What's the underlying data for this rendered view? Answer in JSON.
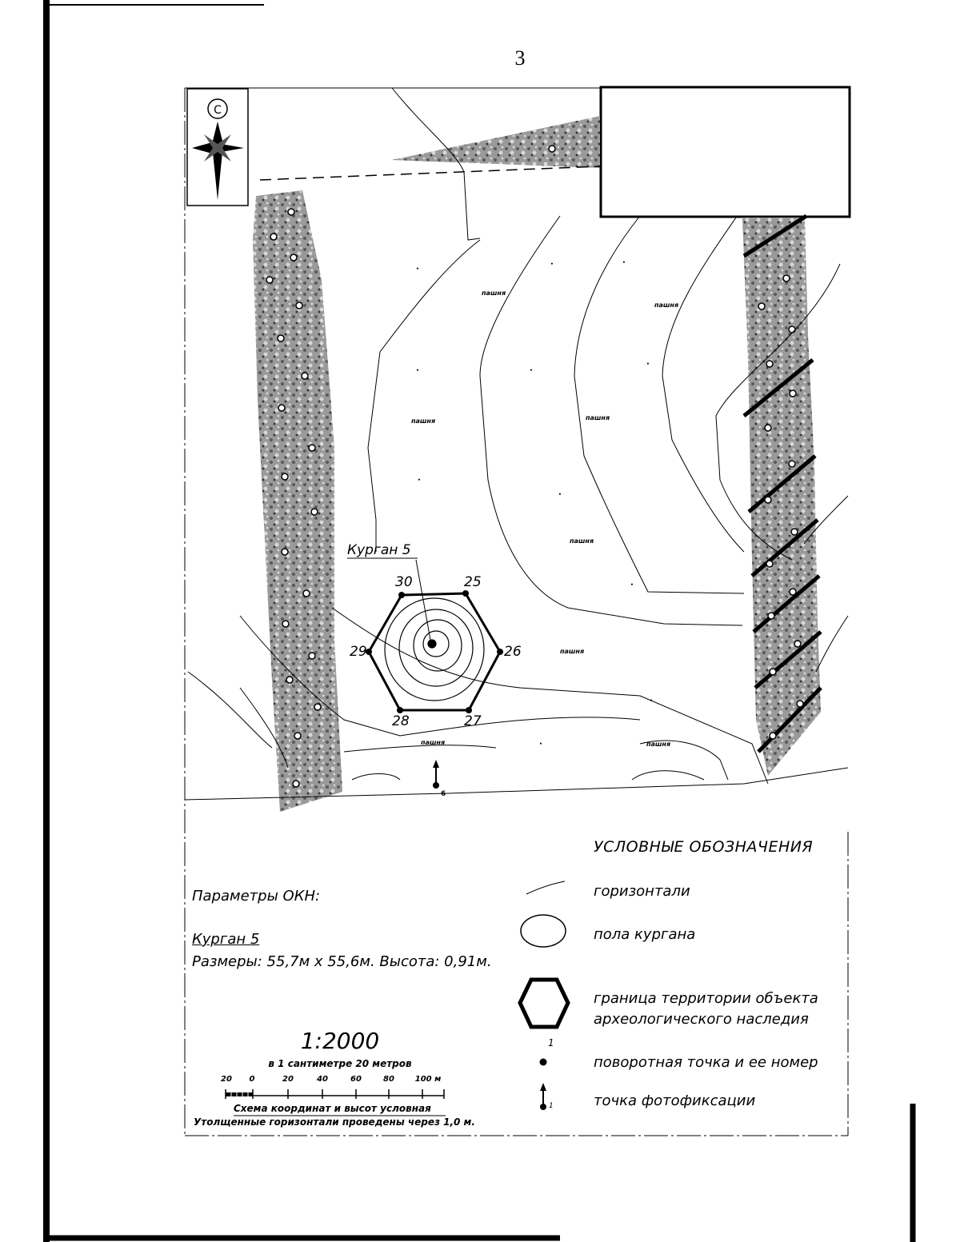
{
  "page": {
    "number": "3"
  },
  "map": {
    "mound_label": "Курган 5",
    "turning_points": [
      "25",
      "26",
      "27",
      "28",
      "29",
      "30"
    ],
    "field_label": "пашня",
    "photo_point_number": "6",
    "compass_letter": "С"
  },
  "parameters": {
    "title": "Параметры ОКН:",
    "mound_name": "Курган 5",
    "dimensions": "Размеры: 55,7м х 55,6м. Высота: 0,91м."
  },
  "scale": {
    "ratio": "1:2000",
    "note": "в 1 сантиметре 20 метров",
    "ticks": [
      "20",
      "0",
      "20",
      "40",
      "60",
      "80",
      "100 м"
    ],
    "coords_note": "Схема координат и высот условная",
    "contours_note": "Утолщенные горизонтали проведены через 1,0 м."
  },
  "legend": {
    "title": "УСЛОВНЫЕ ОБОЗНАЧЕНИЯ",
    "items": [
      {
        "icon": "contour-line-icon",
        "label": "горизонтали"
      },
      {
        "icon": "mound-floor-ellipse-icon",
        "label": "пола кургана"
      },
      {
        "icon": "hexagon-boundary-icon",
        "label": "граница территории объекта археологического наследия"
      },
      {
        "icon": "turning-point-dot-icon",
        "label": "поворотная точка и ее номер",
        "sample_number": "1"
      },
      {
        "icon": "photo-point-arrow-icon",
        "label": "точка фотофиксации",
        "sample_number": "1"
      }
    ]
  },
  "colors": {
    "ink": "#000000",
    "tree_strip": "#8a8a8a",
    "paper": "#ffffff"
  }
}
